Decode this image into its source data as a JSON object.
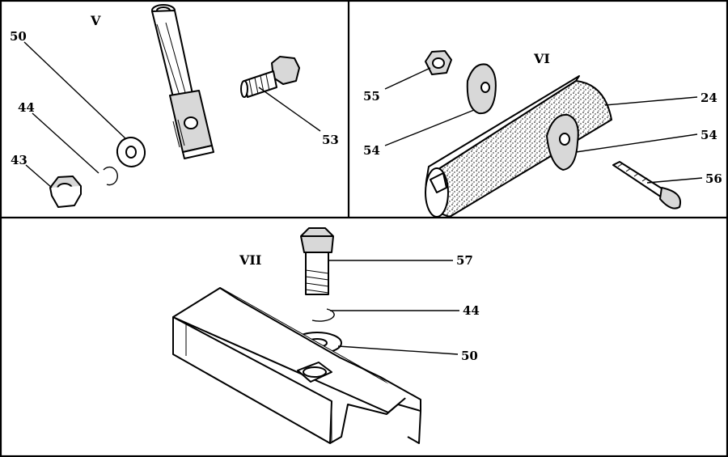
{
  "sections": {
    "v": "V",
    "vi": "VI",
    "vii": "VII"
  },
  "labels": {
    "v_50": "50",
    "v_44": "44",
    "v_43": "43",
    "v_53": "53",
    "vi_55": "55",
    "vi_54_left": "54",
    "vi_24": "24",
    "vi_54_right": "54",
    "vi_56": "56",
    "vii_57": "57",
    "vii_44": "44",
    "vii_50": "50"
  },
  "colors": {
    "ink": "#000000",
    "paper": "#ffffff",
    "shade": "#d8d8d8"
  }
}
